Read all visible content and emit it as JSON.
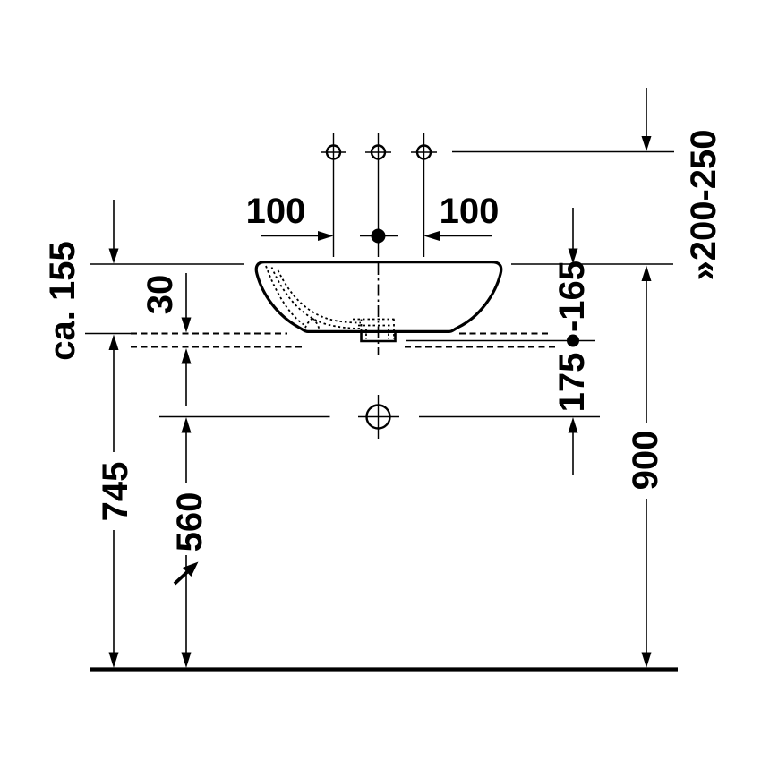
{
  "drawing": {
    "colors": {
      "ink": "#000000",
      "background": "#ffffff"
    },
    "labels": {
      "tap_offset_left": "100",
      "tap_offset_right": "100",
      "basin_height_above_counter": "ca. 155",
      "countertop_thickness": "30",
      "counter_height_from_floor": "745",
      "drain_height_from_floor": "560",
      "drain_depth_lower": "175",
      "drain_depth_upper": "-165",
      "wall_supply_above_rim": "»200-250",
      "rim_height_from_floor": "900"
    }
  }
}
